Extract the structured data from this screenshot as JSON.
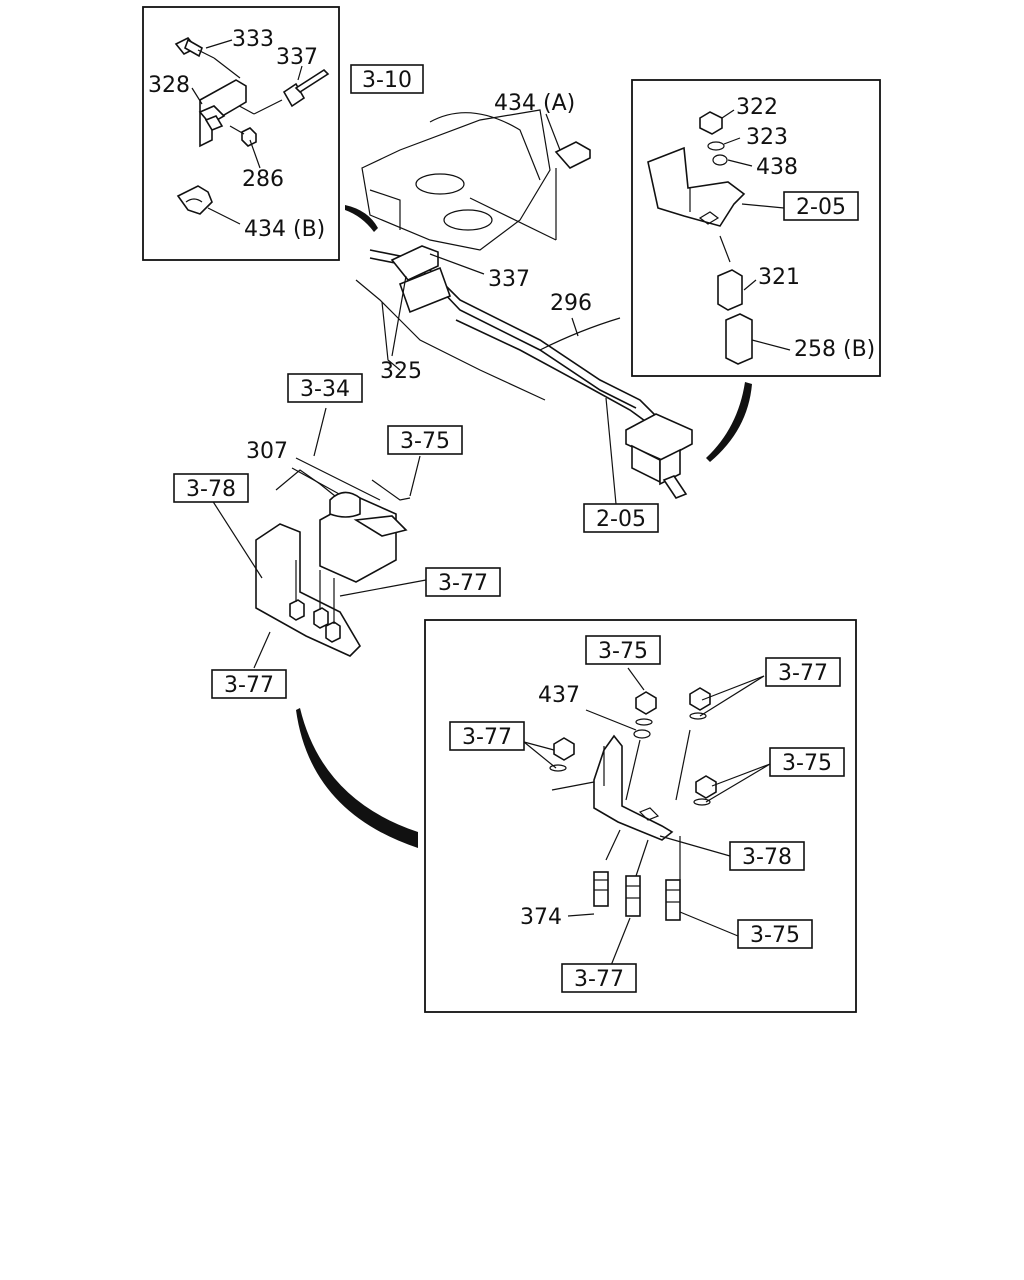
{
  "diagram": {
    "part_numbers": {
      "p333": "333",
      "p337_inset": "337",
      "p328": "328",
      "p286": "286",
      "p434b": "434 (B)",
      "p434a": "434 (A)",
      "p337_main": "337",
      "p325": "325",
      "p296": "296",
      "p307": "307",
      "p322": "322",
      "p323": "323",
      "p438": "438",
      "p321": "321",
      "p258b": "258 (B)",
      "p437": "437",
      "p374": "374"
    },
    "section_refs": {
      "r310": "3-10",
      "r205_inset": "2-05",
      "r205_main": "2-05",
      "r334": "3-34",
      "r375_main": "3-75",
      "r378_main": "3-78",
      "r377_right": "3-77",
      "r377_left": "3-77",
      "r375_det_top": "3-75",
      "r377_det_top": "3-77",
      "r377_det_left": "3-77",
      "r375_det_mid": "3-75",
      "r378_det": "3-78",
      "r375_det_bottom": "3-75",
      "r377_det_bottom": "3-77"
    }
  }
}
